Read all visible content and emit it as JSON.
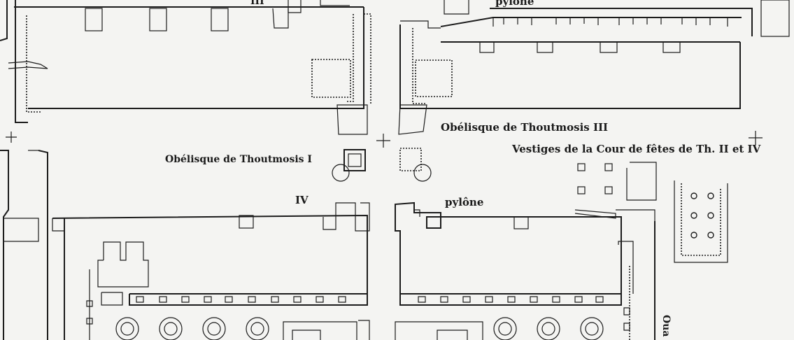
{
  "labels": {
    "pylone_top": "pylône",
    "pylon_num_top": "III",
    "obelisk_thutmose_i": "Obélisque de Thoutmosis I",
    "obelisk_thutmose_iii": "Obélisque de Thoutmosis III",
    "vestiges_court": "Vestiges de la Cour de fêtes de Th. II et IV",
    "pylon_num_iv": "IV",
    "pylone_bottom": "pylône",
    "side_text": "Oua"
  }
}
